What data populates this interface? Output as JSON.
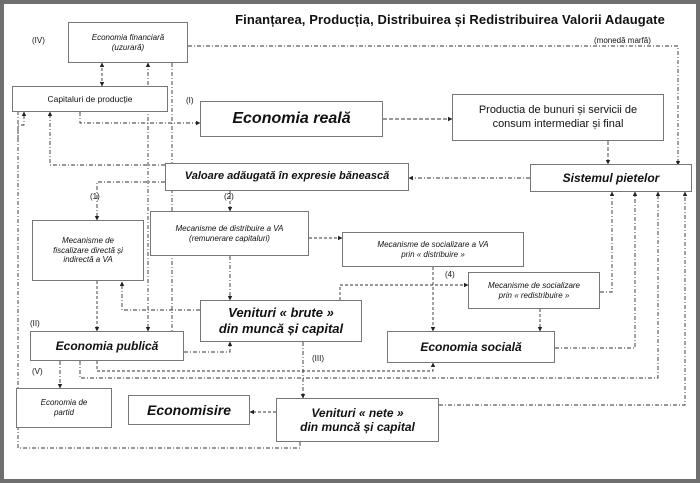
{
  "title": "Finanțarea, Producția, Distribuirea și Redistribuirea Valorii Adaugate",
  "boxes": {
    "economia_financiara": "Economia financiară\n(uzurară)",
    "capitaluri": "Capitaluri de producție",
    "economia_reala": "Economia reală",
    "productia": "Productia de bunuri și servicii de\nconsum intermediar și final",
    "valoare": "Valoare adăugată în expresie bănească",
    "sistemul": "Sistemul pietelor",
    "fiscalizare": "Mecanisme de\nfiscalizare directă și\nindirectă a VA",
    "distribuire": "Mecanisme de distribuire a VA\n(remunerare  capitaluri)",
    "socializare_va": "Mecanisme de  socializare a VA\nprin « distribuire »",
    "socializare_red": "Mecanisme de  socializare\nprin « redistribuire »",
    "venituri_brute": "Venituri « brute »\ndin muncă și capital",
    "economia_publica": "Economia publică",
    "economia_sociala": "Economia socială",
    "economia_partid": "Economia de\npartid",
    "economisire": "Economisire",
    "venituri_nete": "Venituri  « nete »\ndin muncă și capital"
  },
  "labels": {
    "iv": "(IV)",
    "moneda": "(monedă marfă)",
    "i": "(I)",
    "one": "(1)",
    "two": "(2)",
    "four": "(4)",
    "ii": "(II)",
    "iii": "(III)",
    "v": "(V)"
  }
}
